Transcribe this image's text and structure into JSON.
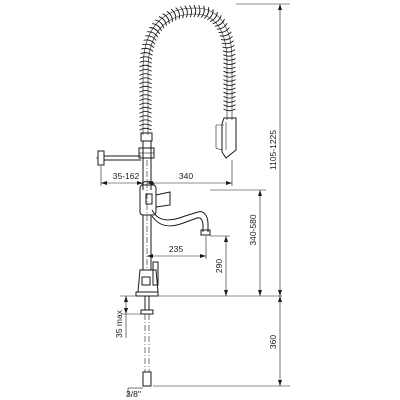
{
  "dimensions": {
    "total_height": "1105-1225",
    "outer_reach": "340",
    "side_reach": "35-162",
    "spout_height": "340-580",
    "spout_reach": "235",
    "lower_height": "290",
    "mount_max": "35 max",
    "below_counter": "360",
    "thread": "3/8\""
  }
}
